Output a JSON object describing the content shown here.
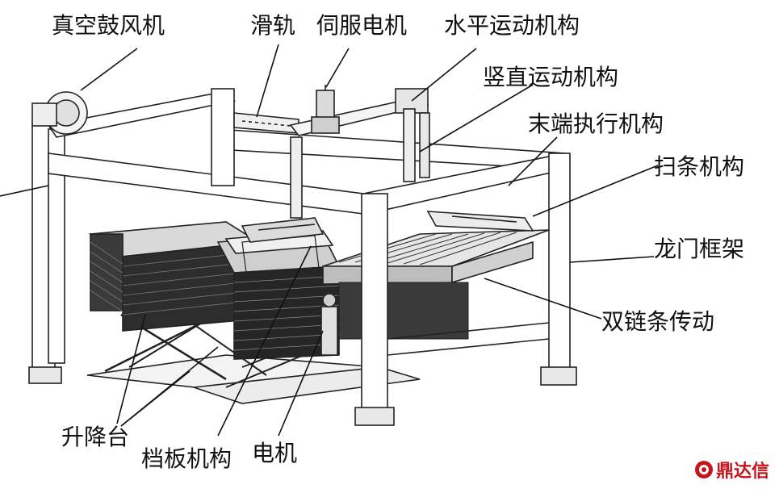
{
  "labels": {
    "vacuum_blower": "真空鼓风机",
    "slide_rail": "滑轨",
    "servo_motor": "伺服电机",
    "horizontal_mechanism": "水平运动机构",
    "vertical_mechanism": "竖直运动机构",
    "end_effector": "末端执行机构",
    "sweeping_mechanism": "扫条机构",
    "gantry_frame": "龙门框架",
    "double_chain_drive": "双链条传动",
    "lifting_platform": "升降台",
    "baffle_mechanism": "档板机构",
    "motor": "电机"
  },
  "watermark": {
    "text": "鼎达信",
    "color": "#c4161c"
  }
}
